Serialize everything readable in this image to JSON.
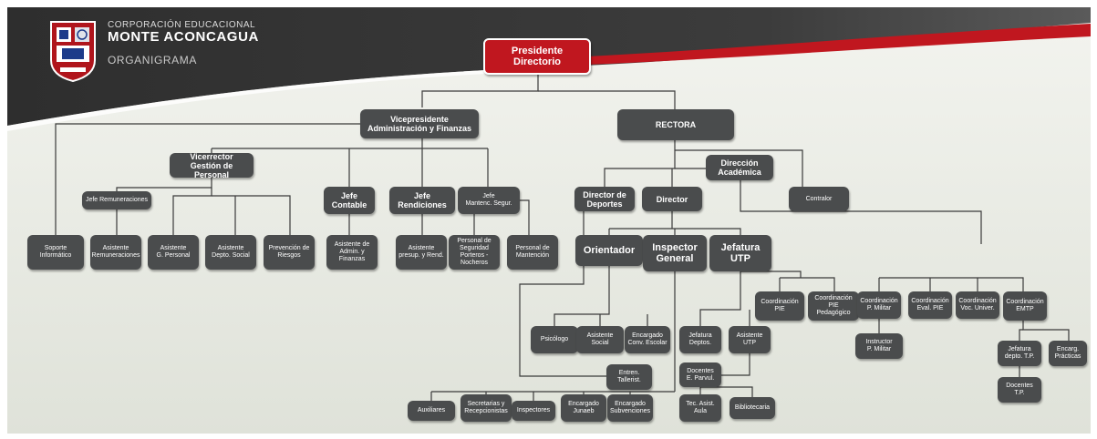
{
  "header": {
    "corp_line1": "CORPORACIÓN EDUCACIONAL",
    "corp_line2": "MONTE ACONCAGUA",
    "subtitle": "ORGANIGRAMA",
    "accent_color": "#c0171f",
    "band_color": "#3b3b3b"
  },
  "nodes": {
    "presidente": "Presidente\nDirectorio",
    "vicepresidente": "Vicepresidente\nAdministración y Finanzas",
    "rectora": "RECTORA",
    "vicerrector": "Vicerrector\nGestión de Personal",
    "jefe_remuneraciones": "Jefe Remuneraciones",
    "jefe_contable": "Jefe\nContable",
    "jefe_rendiciones": "Jefe\nRendiciones",
    "jefe_manten": "Jefe\nMantenc. Segur.",
    "soporte": "Soporte\nInformático",
    "asistente_remun": "Asistente\nRemuneraciones",
    "asistente_gpersonal": "Asistente\nG. Personal",
    "asistente_depto_social": "Asistente\nDepto. Social",
    "prevencion": "Prevención de\nRiesgos",
    "asistente_admin": "Asistente de\nAdmin. y Finanzas",
    "asistente_presup": "Asistente\npresup. y Rend.",
    "personal_seguridad": "Personal de\nSeguridad\nPorteros - Nocheros",
    "personal_mantencion": "Personal de\nMantención",
    "direccion_academica": "Dirección\nAcadémica",
    "director_deportes": "Director de\nDeportes",
    "director": "Director",
    "contralor": "Contralor",
    "orientador": "Orientador",
    "inspector_general": "Inspector\nGeneral",
    "jefatura_utp": "Jefatura\nUTP",
    "coord_pie": "Coordinación\nPIE",
    "coord_pie_ped": "Coordinación\nPIE Pedagógico",
    "coord_pmilitar": "Coordinación\nP. Militar",
    "coord_evalpie": "Coordinación\nEval. PIE",
    "coord_vocuniver": "Coordinación\nVoc. Univer.",
    "coord_emtp": "Coordinación\nEMTP",
    "instructor_pmilitar": "Instructor\nP. Militar",
    "psicologo": "Psicólogo",
    "asistente_social": "Asistente\nSocial",
    "encargado_conv": "Encargado\nConv. Escolar",
    "jefatura_deptos": "Jefatura\nDeptos.",
    "asistente_utp": "Asistente\nUTP",
    "docentes_parvul": "Docentes\nE. Parvul.",
    "jefatura_depto_tp": "Jefatura\ndepto. T.P.",
    "encarg_practicas": "Encarg.\nPrácticas",
    "docentes_tp": "Docentes\nT.P.",
    "entren_tallerist": "Entren.\nTallerist.",
    "auxiliares": "Auxiliares",
    "secretarias": "Secretarias y\nRecepcionistas",
    "inspectores": "Inspectores",
    "encargado_junaeb": "Encargado\nJunaeb",
    "encargado_subv": "Encargado\nSubvenciones",
    "tec_asist_aula": "Tec. Asist.\nAula",
    "bibliotecaria": "Bibliotecaria"
  }
}
